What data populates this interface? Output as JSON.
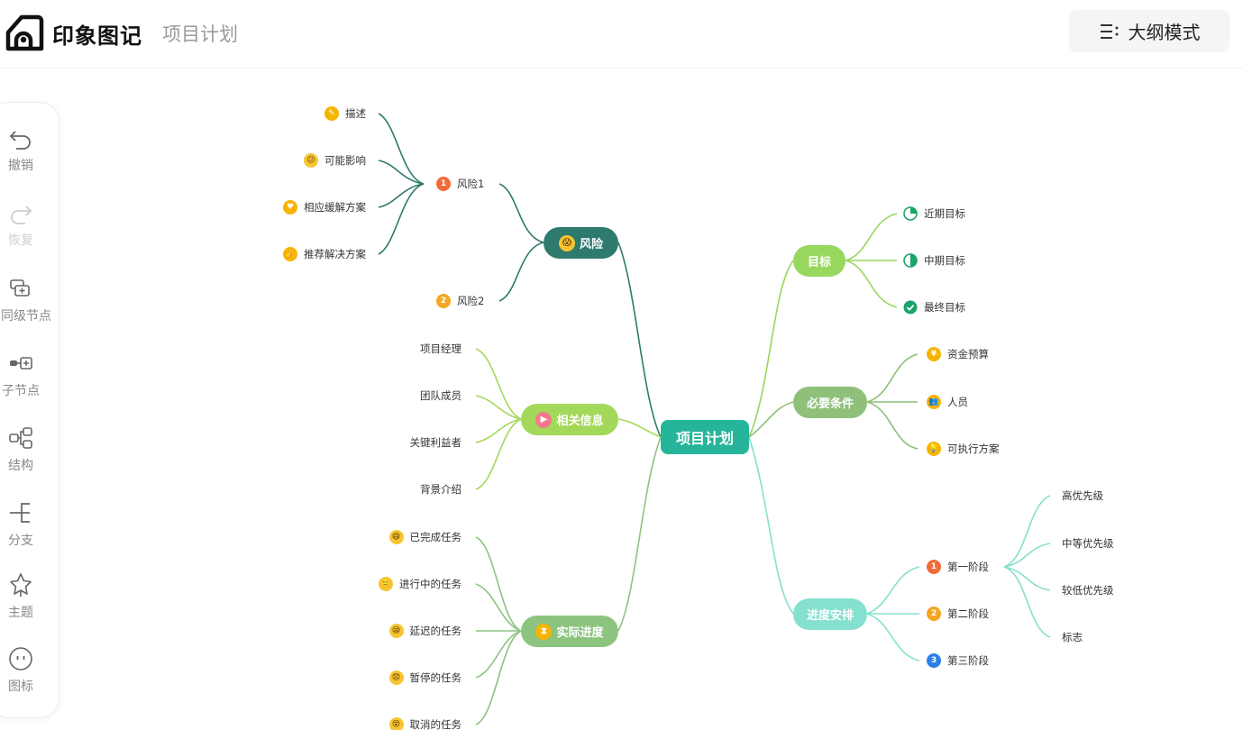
{
  "header": {
    "app_name": "印象图记",
    "doc_title": "项目计划",
    "outline_button": "大纲模式"
  },
  "toolbar": [
    {
      "name": "undo",
      "label": "撤销",
      "icon": "undo-icon",
      "enabled": true
    },
    {
      "name": "redo",
      "label": "恢复",
      "icon": "redo-icon",
      "enabled": false
    },
    {
      "name": "sibling-node",
      "label": "同级节点",
      "icon": "sibling-node-icon",
      "enabled": true
    },
    {
      "name": "child-node",
      "label": "子节点",
      "icon": "child-node-icon",
      "enabled": true
    },
    {
      "name": "structure",
      "label": "结构",
      "icon": "structure-icon",
      "enabled": true
    },
    {
      "name": "branch",
      "label": "分支",
      "icon": "branch-icon",
      "enabled": true
    },
    {
      "name": "theme",
      "label": "主题",
      "icon": "theme-icon",
      "enabled": true
    },
    {
      "name": "icon",
      "label": "图标",
      "icon": "emoji-face-icon",
      "enabled": true
    }
  ],
  "mindmap": {
    "root": "项目计划",
    "risk": {
      "label": "风险",
      "icon": "scream-face-icon",
      "color": "#2f7a6e",
      "sub1": {
        "label": "风险1",
        "badge": "1",
        "badge_color": "#f26b3a"
      },
      "sub1_leaves": [
        {
          "label": "描述",
          "icon": "pencil-icon",
          "icon_color": "#f5b400"
        },
        {
          "label": "可能影响",
          "icon": "thinking-face-icon",
          "icon_color": "#f7c531"
        },
        {
          "label": "相应缓解方案",
          "icon": "heart-icon",
          "icon_color": "#f5b400"
        },
        {
          "label": "推荐解决方案",
          "icon": "thumbs-up-icon",
          "icon_color": "#f5b400"
        }
      ],
      "sub2": {
        "label": "风险2",
        "badge": "2",
        "badge_color": "#f5a623"
      }
    },
    "info": {
      "label": "相关信息",
      "icon": "play-icon",
      "color": "#a3d85a",
      "leaves": [
        "项目经理",
        "团队成员",
        "关键利益者",
        "背景介绍"
      ]
    },
    "progress": {
      "label": "实际进度",
      "icon": "hourglass-icon",
      "color": "#8cc47f",
      "leaves": [
        {
          "label": "已完成任务",
          "icon": "grin-face-icon"
        },
        {
          "label": "进行中的任务",
          "icon": "smile-face-icon"
        },
        {
          "label": "延迟的任务",
          "icon": "sleepy-face-icon"
        },
        {
          "label": "暂停的任务",
          "icon": "worried-face-icon"
        },
        {
          "label": "取消的任务",
          "icon": "dizzy-face-icon"
        }
      ]
    },
    "goal": {
      "label": "目标",
      "color": "#98d85e",
      "leaves": [
        {
          "label": "近期目标",
          "icon": "quarter-progress-icon"
        },
        {
          "label": "中期目标",
          "icon": "half-progress-icon"
        },
        {
          "label": "最终目标",
          "icon": "check-circle-icon"
        }
      ]
    },
    "requirements": {
      "label": "必要条件",
      "color": "#8ec07a",
      "leaves": [
        {
          "label": "资金预算",
          "icon": "yen-icon"
        },
        {
          "label": "人员",
          "icon": "people-icon"
        },
        {
          "label": "可执行方案",
          "icon": "lightbulb-icon"
        }
      ]
    },
    "schedule": {
      "label": "进度安排",
      "color": "#85e0cf",
      "stages": [
        {
          "label": "第一阶段",
          "badge": "1",
          "badge_color": "#f26b3a"
        },
        {
          "label": "第二阶段",
          "badge": "2",
          "badge_color": "#f5a623"
        },
        {
          "label": "第三阶段",
          "badge": "3",
          "badge_color": "#2b7de9"
        }
      ],
      "stage1_leaves": [
        "高优先级",
        "中等优先级",
        "较低优先级",
        "标志"
      ]
    }
  }
}
